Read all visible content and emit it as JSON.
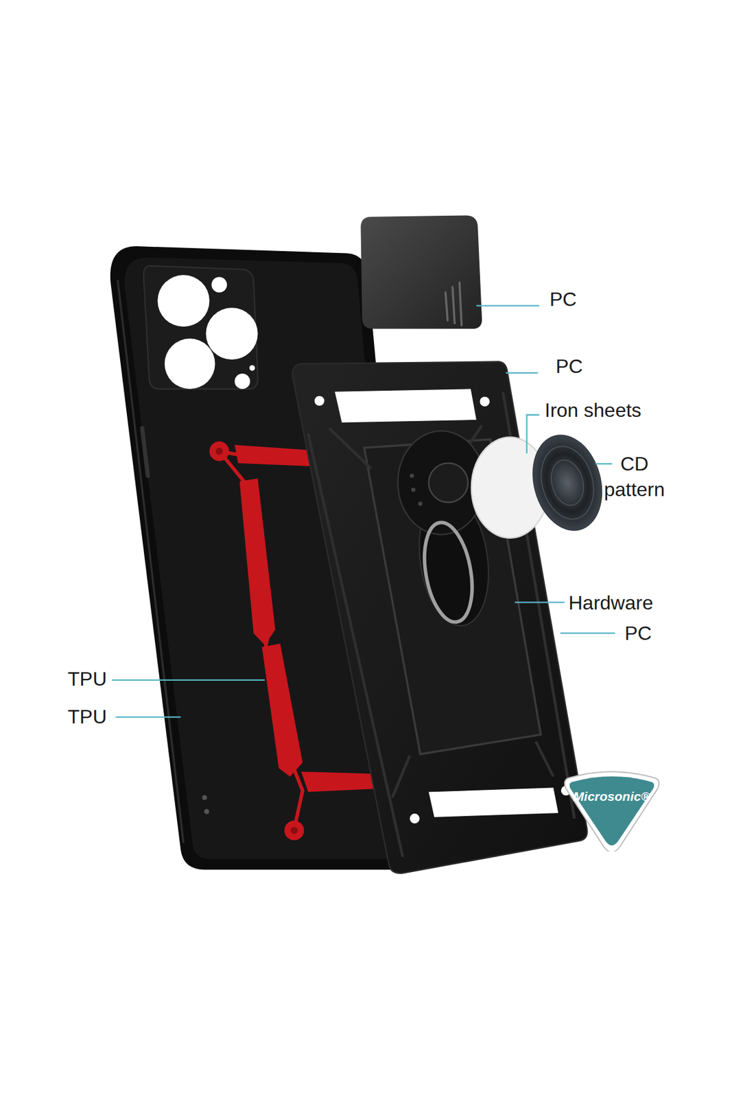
{
  "diagram": {
    "nodes": [
      {
        "text": [
          "Microsonic®"
        ]
      }
    ],
    "labels": [
      "PC",
      "PC",
      "Iron sheets",
      "CD pattern",
      "Hardware",
      "PC",
      "TPU",
      "TPU"
    ]
  }
}
